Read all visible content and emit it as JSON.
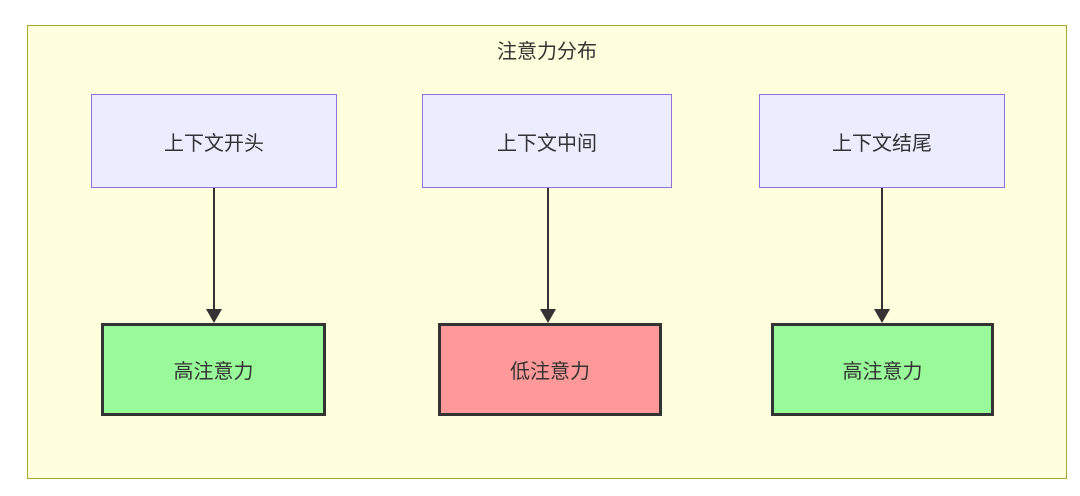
{
  "diagram": {
    "type": "flowchart",
    "title": "注意力分布",
    "nodes": {
      "top": [
        {
          "id": "context-start",
          "label": "上下文开头"
        },
        {
          "id": "context-middle",
          "label": "上下文中间"
        },
        {
          "id": "context-end",
          "label": "上下文结尾"
        }
      ],
      "bottom": [
        {
          "id": "attention-start",
          "label": "高注意力",
          "level": "high"
        },
        {
          "id": "attention-middle",
          "label": "低注意力",
          "level": "low"
        },
        {
          "id": "attention-end",
          "label": "高注意力",
          "level": "high"
        }
      ]
    },
    "edges": [
      {
        "from": "context-start",
        "to": "attention-start",
        "style": "arrow-down"
      },
      {
        "from": "context-middle",
        "to": "attention-middle",
        "style": "arrow-down"
      },
      {
        "from": "context-end",
        "to": "attention-end",
        "style": "arrow-down"
      }
    ],
    "colors": {
      "container_fill": "#ffffde",
      "container_border": "#aaaa33",
      "top_node_fill": "#ececff",
      "top_node_border": "#9370db",
      "high_attention_fill": "#99fa99",
      "low_attention_fill": "#ff9999",
      "bottom_node_border": "#333333",
      "arrow": "#333333",
      "text": "#333333"
    }
  }
}
